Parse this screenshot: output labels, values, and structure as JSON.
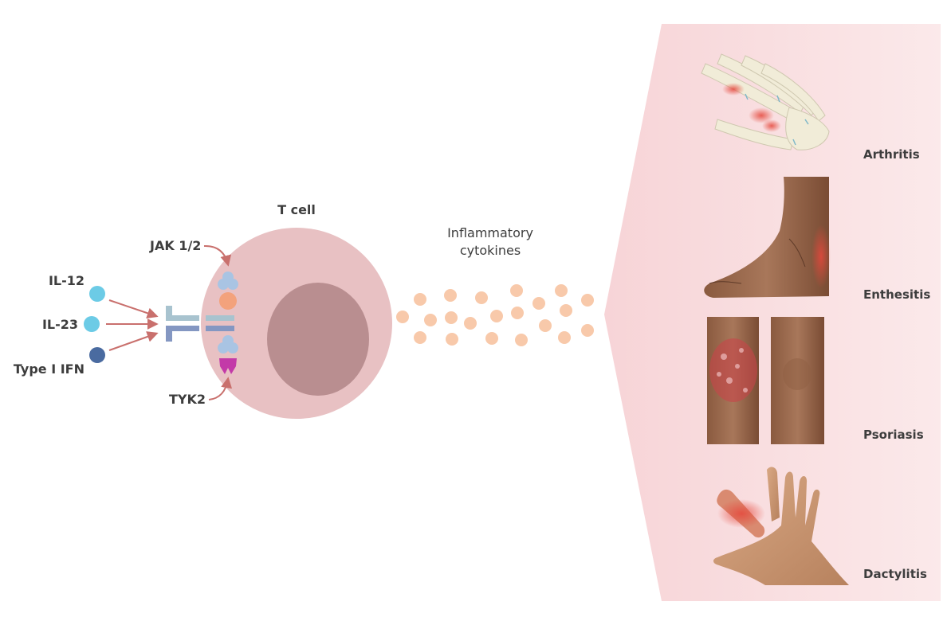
{
  "ligands": [
    {
      "label": "IL-12",
      "color": "#6ccbe6"
    },
    {
      "label": "IL-23",
      "color": "#6ccbe6"
    },
    {
      "label": "Type I IFN",
      "color": "#4a6ba0"
    }
  ],
  "cell": {
    "title": "T cell",
    "jak_label": "JAK 1/2",
    "tyk_label": "TYK2",
    "membrane_color": "#e8c1c3",
    "nucleus_color": "#b98e90"
  },
  "cytokines": {
    "title_line1": "Inflammatory",
    "title_line2": "cytokines",
    "color": "#f8c9aa"
  },
  "manifestations": [
    {
      "label": "Arthritis",
      "illustration": "hand-skeleton-icon"
    },
    {
      "label": "Enthesitis",
      "illustration": "foot-heel-icon"
    },
    {
      "label": "Psoriasis",
      "illustration": "psoriatic-knees-icon"
    },
    {
      "label": "Dactylitis",
      "illustration": "swollen-finger-hand-icon"
    }
  ],
  "colors": {
    "arrow": "#c9706d",
    "panel": "#f8dfe1",
    "receptor_light": "#a8c3cf",
    "receptor_dark": "#8497c2",
    "jak": "#a9c4e3",
    "jak_accent": "#f3a27c",
    "tyk": "#c33aa8"
  }
}
